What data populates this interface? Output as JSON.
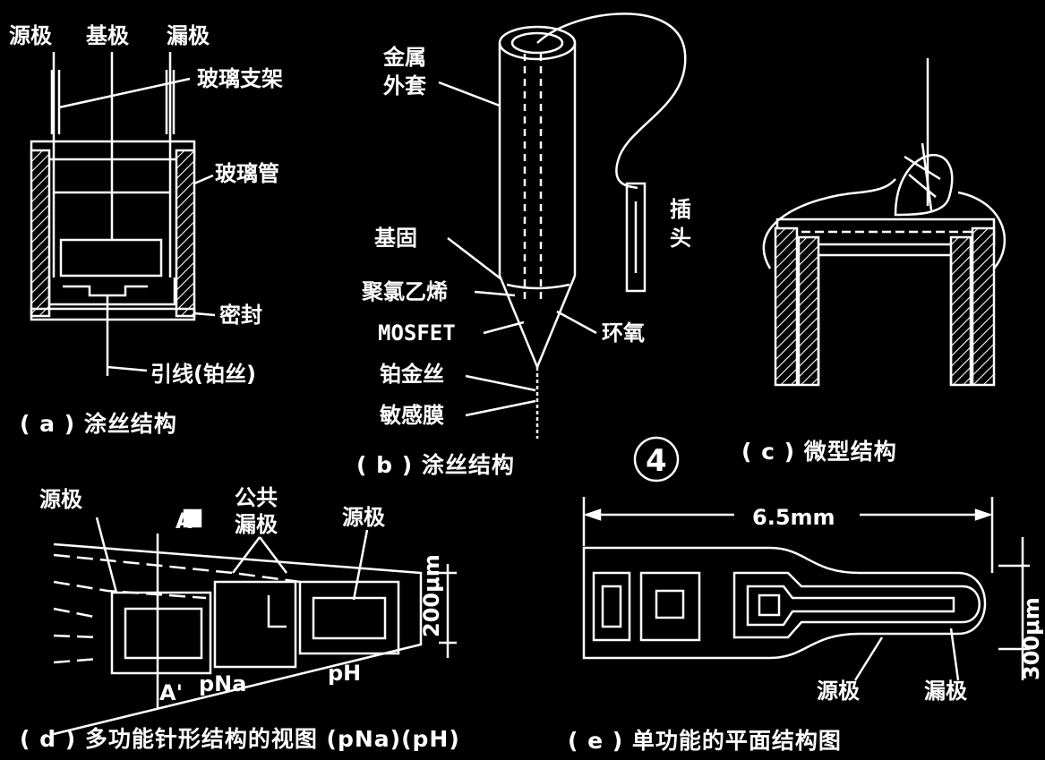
{
  "panel_a": {
    "label_source": "源极",
    "label_gate": "基极",
    "label_drain": "漏极",
    "label_glass_support": "玻璃支架",
    "label_glass_tube": "玻璃管",
    "label_seal": "密封",
    "label_lead": "引线(铂丝)",
    "caption": "( a ) 涂丝结构"
  },
  "panel_b": {
    "label_metal_sheath_1": "金属",
    "label_metal_sheath_2": "外套",
    "label_base": "基固",
    "label_polyethylene": "聚氯乙烯",
    "label_mosfet": "MOSFET",
    "label_epoxy": "环氧",
    "label_pt_wire": "铂金丝",
    "label_sensitive_film": "敏感膜",
    "label_connector_1": "插",
    "label_connector_2": "头",
    "caption": "( b ) 涂丝结构"
  },
  "panel_c": {
    "caption": "( c ) 微型结构"
  },
  "figure_number": "4",
  "panel_d": {
    "label_source": "源极",
    "label_common_1": "公共",
    "label_common_2": "漏极",
    "label_source_right": "源极",
    "label_A": "A",
    "label_A_prime": "A'",
    "label_pNa": "pNa",
    "label_pH": "pH",
    "label_width": "200μm",
    "caption": "( d ) 多功能针形结构的视图 (pNa)(pH)"
  },
  "panel_e": {
    "label_length": "6.5mm",
    "label_width": "300μm",
    "label_source": "源极",
    "label_drain": "漏极",
    "caption": "( e ) 单功能的平面结构图"
  }
}
